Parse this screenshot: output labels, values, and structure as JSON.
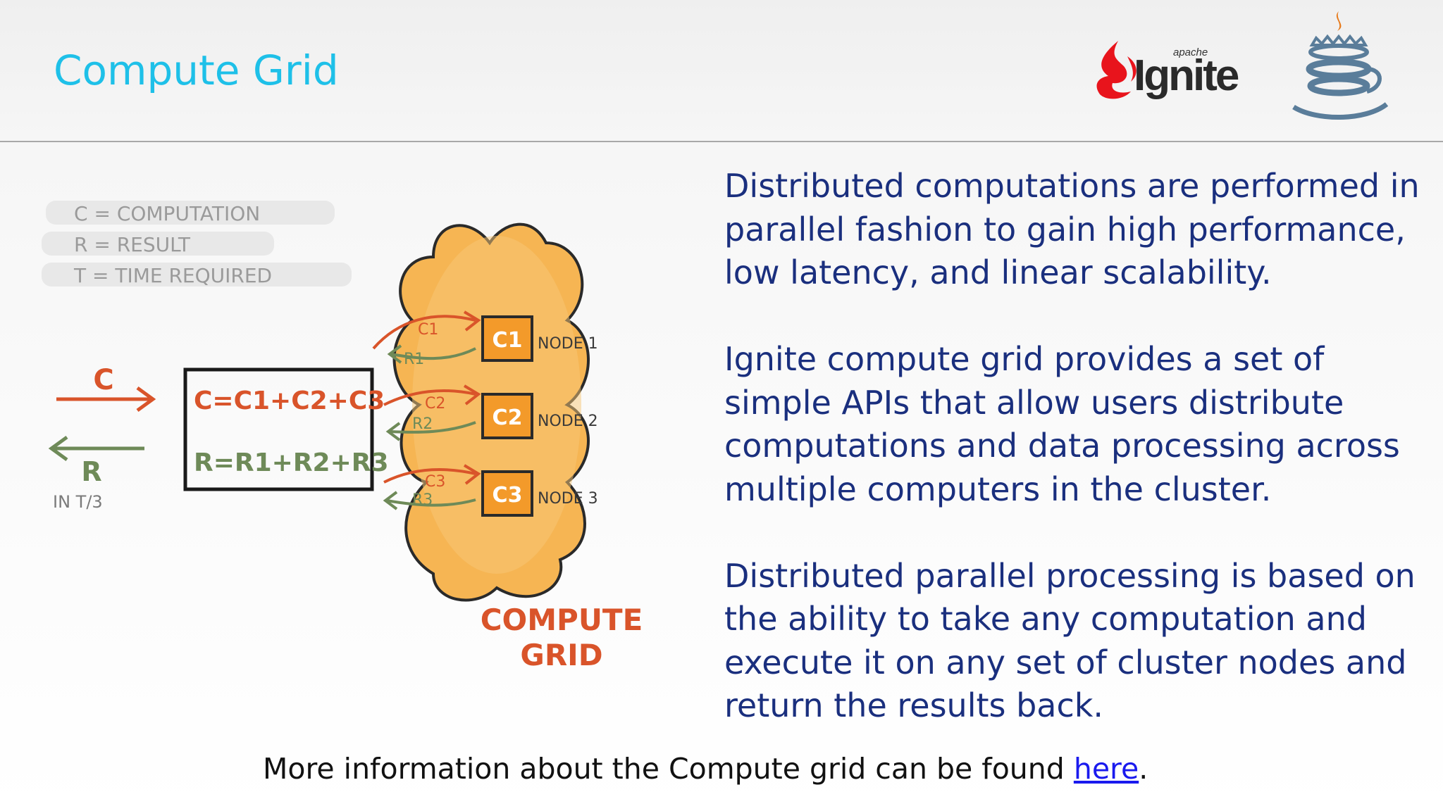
{
  "slide": {
    "title": "Compute Grid",
    "paragraphs": [
      "Distributed computations are performed in parallel fashion to gain high performance, low latency, and linear scalability.",
      "Ignite compute grid provides a set of simple APIs that allow users distribute computations and data processing across multiple computers in the cluster.",
      "Distributed parallel processing is based on the ability to take any computation and execute it on any set of cluster nodes and return the results back."
    ],
    "footer": {
      "text": "More information about the Compute grid can be found ",
      "link_label": "here",
      "suffix": "."
    }
  },
  "logos": {
    "ignite_wordmark": "Ignite",
    "ignite_prefix": "apache"
  },
  "diagram": {
    "legend": [
      "C = COMPUTATION",
      "R = RESULT",
      "T = TIME REQUIRED"
    ],
    "input_label": "C",
    "output_label": "R",
    "time_label": "IN T/3",
    "formula_c": "C=C1+C2+C3",
    "formula_r": "R=R1+R2+R3",
    "nodes": [
      {
        "box": "C1",
        "label": "NODE 1",
        "arrow_in": "C1",
        "arrow_out": "R1"
      },
      {
        "box": "C2",
        "label": "NODE 2",
        "arrow_in": "C2",
        "arrow_out": "R2"
      },
      {
        "box": "C3",
        "label": "NODE 3",
        "arrow_in": "C3",
        "arrow_out": "R3"
      }
    ],
    "cloud_label_line1": "COMPUTE",
    "cloud_label_line2": "GRID"
  },
  "colors": {
    "title": "#1ec0e8",
    "body_text": "#1a2f7e",
    "accent_red": "#d9542a",
    "accent_green": "#6e8a58",
    "cloud_fill": "#f6b553",
    "link": "#1a1aee"
  }
}
